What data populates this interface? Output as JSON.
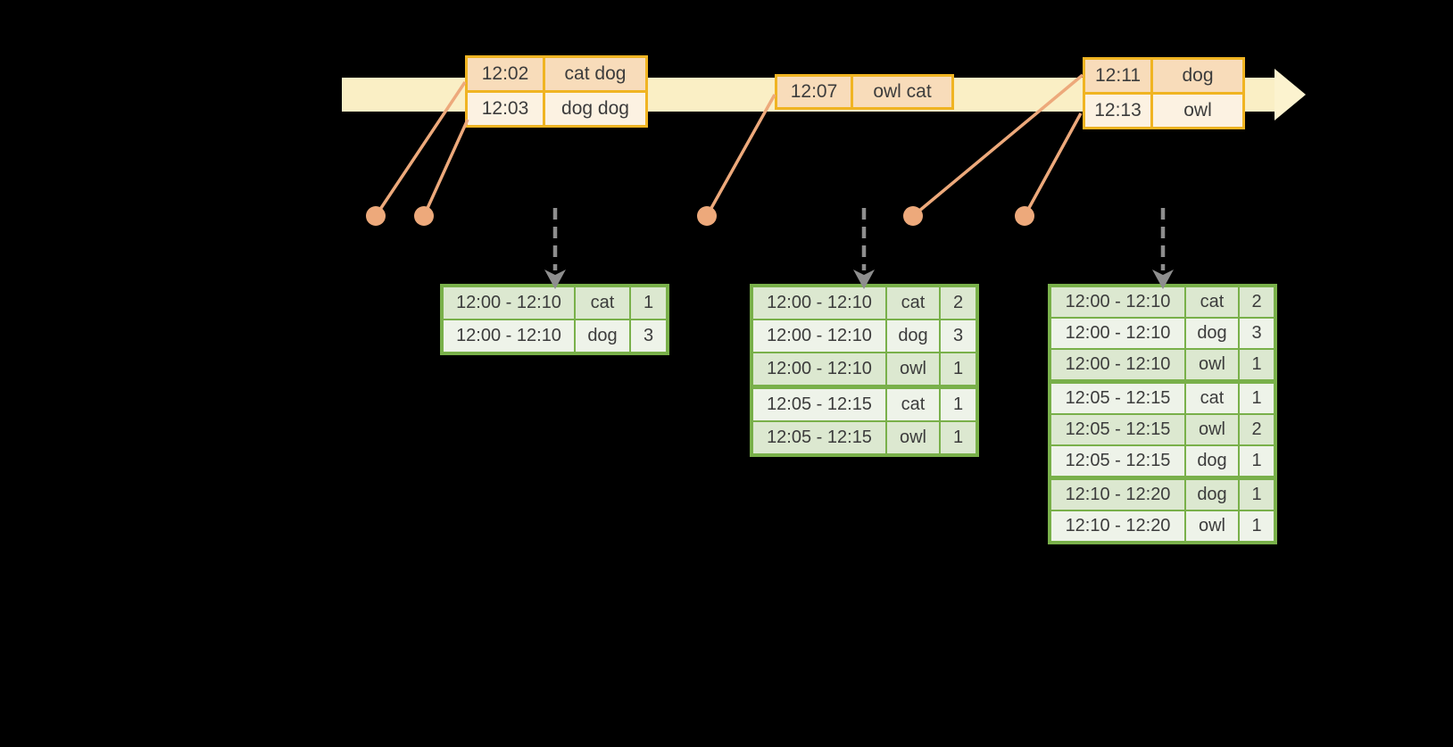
{
  "colors": {
    "background": "#000000",
    "timeline_fill": "#FAEFC5",
    "timeline_head_fill": "#FCF3CF",
    "event_border": "#F0B422",
    "event_row_dark": "#F8DCBA",
    "event_row_light": "#FCF2E2",
    "connector": "#EDA97B",
    "trigger_arrow": "#8E8E8E",
    "result_border": "#79B04A",
    "result_row_dark": "#DCE8D0",
    "result_row_light": "#EEF3E9",
    "text": "#3C3C3C"
  },
  "event_tables": [
    {
      "rows": [
        {
          "time": "12:02",
          "words": "cat dog"
        },
        {
          "time": "12:03",
          "words": "dog dog"
        }
      ]
    },
    {
      "rows": [
        {
          "time": "12:07",
          "words": "owl cat"
        }
      ]
    },
    {
      "rows": [
        {
          "time": "12:11",
          "words": "dog"
        },
        {
          "time": "12:13",
          "words": "owl"
        }
      ]
    }
  ],
  "result_tables": [
    {
      "group_breaks": [],
      "rows": [
        {
          "window": "12:00 - 12:10",
          "word": "cat",
          "count": "1"
        },
        {
          "window": "12:00 - 12:10",
          "word": "dog",
          "count": "3"
        }
      ]
    },
    {
      "group_breaks": [
        3
      ],
      "rows": [
        {
          "window": "12:00 - 12:10",
          "word": "cat",
          "count": "2"
        },
        {
          "window": "12:00 - 12:10",
          "word": "dog",
          "count": "3"
        },
        {
          "window": "12:00 - 12:10",
          "word": "owl",
          "count": "1"
        },
        {
          "window": "12:05 - 12:15",
          "word": "cat",
          "count": "1"
        },
        {
          "window": "12:05 - 12:15",
          "word": "owl",
          "count": "1"
        }
      ]
    },
    {
      "group_breaks": [
        3,
        6
      ],
      "rows": [
        {
          "window": "12:00 - 12:10",
          "word": "cat",
          "count": "2"
        },
        {
          "window": "12:00 - 12:10",
          "word": "dog",
          "count": "3"
        },
        {
          "window": "12:00 - 12:10",
          "word": "owl",
          "count": "1"
        },
        {
          "window": "12:05 - 12:15",
          "word": "cat",
          "count": "1"
        },
        {
          "window": "12:05 - 12:15",
          "word": "owl",
          "count": "2"
        },
        {
          "window": "12:05 - 12:15",
          "word": "dog",
          "count": "1"
        },
        {
          "window": "12:10 - 12:20",
          "word": "dog",
          "count": "1"
        },
        {
          "window": "12:10 - 12:20",
          "word": "owl",
          "count": "1"
        }
      ]
    }
  ]
}
